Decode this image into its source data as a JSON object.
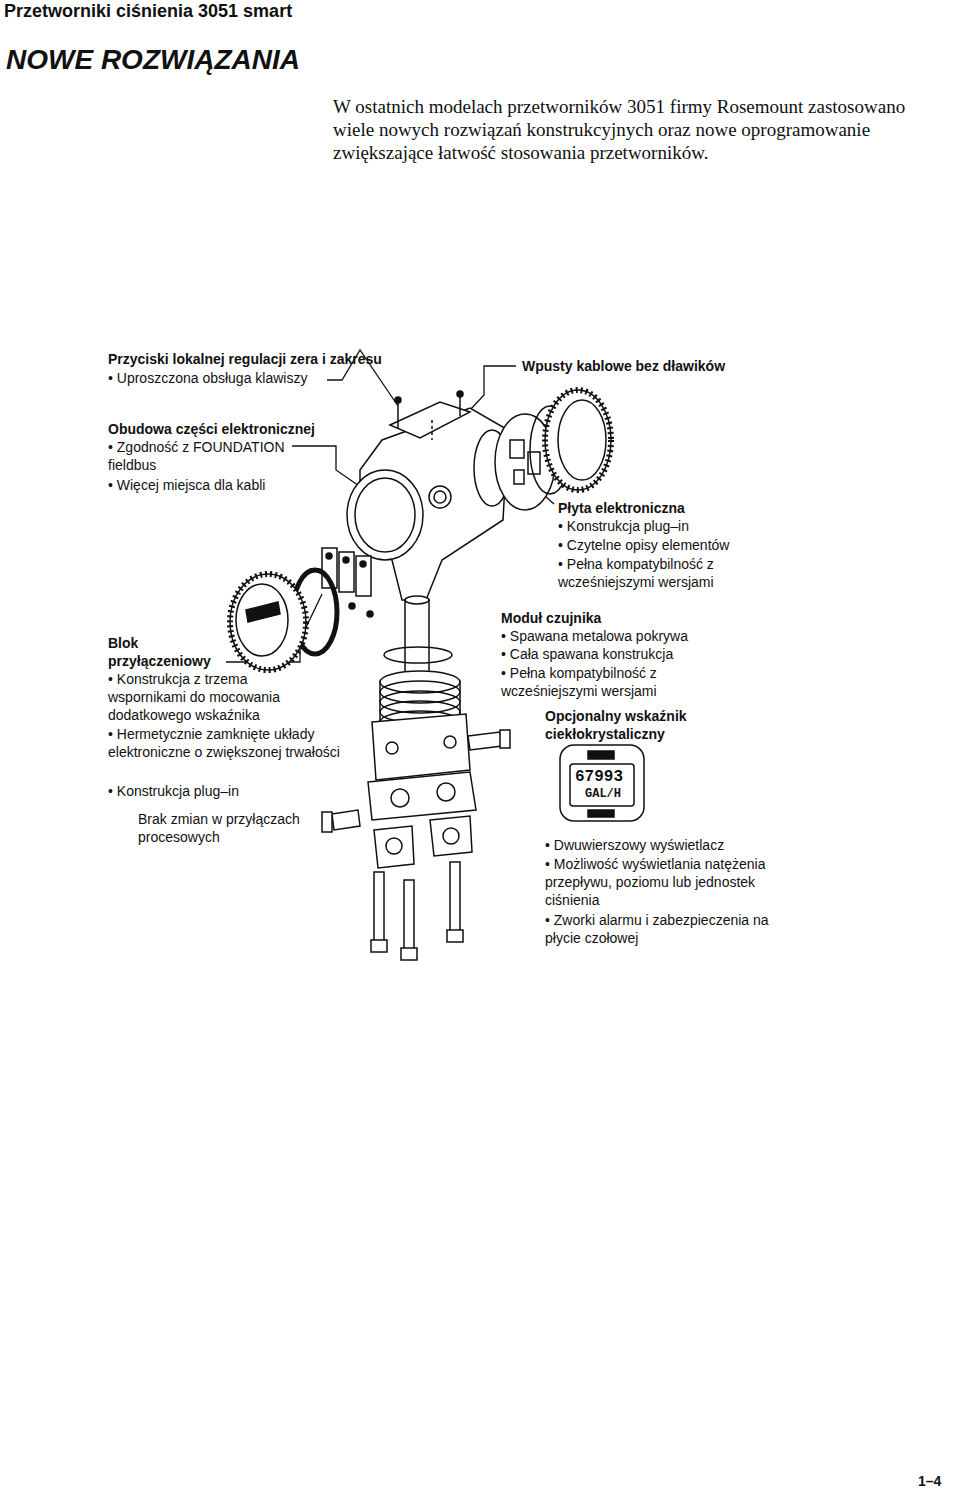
{
  "diagram": {
    "title": "NOWE ROZWIĄZANIA",
    "labels": [
      "Przetworniki ciśnienia 3051 smart",
      "W ostatnich modelach przetworników 3051 firmy Rosemount zastosowano wiele nowych rozwiązań konstrukcyjnych oraz nowe oprogramowanie zwiększające łatwość stosowania przetworników.",
      "Przyciski lokalnej regulacji zera i zakresu",
      "• Uproszczona obsługa klawiszy",
      "Wpusty kablowe bez dławików",
      "Obudowa części elektronicznej",
      "• Zgodność z FOUNDATION fieldbus",
      "• Więcej miejsca dla kabli",
      "Płyta elektroniczna",
      "• Konstrukcja plug–in",
      "• Czytelne opisy elementów",
      "• Pełna kompatybilność z wcześniejszymi wersjami",
      "Moduł czujnika",
      "• Spawana metalowa pokrywa",
      "• Cała spawana konstrukcja",
      "• Pełna kompatybilność z wcześniejszymi wersjami",
      "Opcjonalny wskaźnik ciekłokrystaliczny",
      "Blok przyłączeniowy",
      "• Konstrukcja z trzema wspornikami do mocowania dodatkowego wskaźnika",
      "• Hermetycznie zamknięte układy elektroniczne o zwiększonej trwałości",
      "• Konstrukcja plug–in",
      "Brak zmian w przyłączach procesowych",
      "67993",
      "GAL/H",
      "• Dwuwierszowy wyświetlacz",
      "• Możliwość wyświetlania natężenia przepływu, poziomu lub jednostek ciśnienia",
      "• Zworki alarmu i zabezpieczenia na płycie czołowej",
      "1–4"
    ]
  }
}
